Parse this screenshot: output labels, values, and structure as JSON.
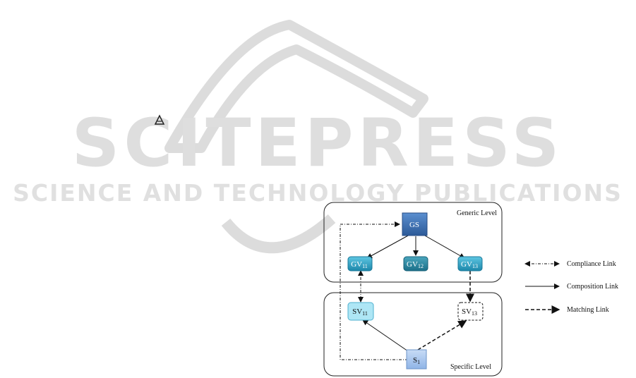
{
  "watermark": {
    "title": "SCITEPRESS",
    "subtitle": "SCIENCE AND TECHNOLOGY PUBLICATIONS"
  },
  "diagram": {
    "generic_level_label": "Generic Level",
    "specific_level_label": "Specific Level",
    "nodes": {
      "gs": {
        "main": "GS",
        "sub": ""
      },
      "gv11": {
        "main": "GV",
        "sub": "11"
      },
      "gv12": {
        "main": "GV",
        "sub": "12"
      },
      "gv13": {
        "main": "GV",
        "sub": "13"
      },
      "sv11": {
        "main": "SV",
        "sub": "11"
      },
      "sv13": {
        "main": "SV",
        "sub": "13"
      },
      "s1": {
        "main": "S",
        "sub": "1"
      }
    },
    "legend": {
      "compliance": "Compliance Link",
      "composition": "Composition Link",
      "matching": "Matching Link"
    }
  },
  "colors": {
    "gs": "#3a6fb0",
    "gv": "#2a9fc0",
    "sv11": "#aee6f5",
    "s1": "#a8c8f0",
    "watermark": "#d8d8d8"
  },
  "icons": [
    "recycle-icon"
  ]
}
